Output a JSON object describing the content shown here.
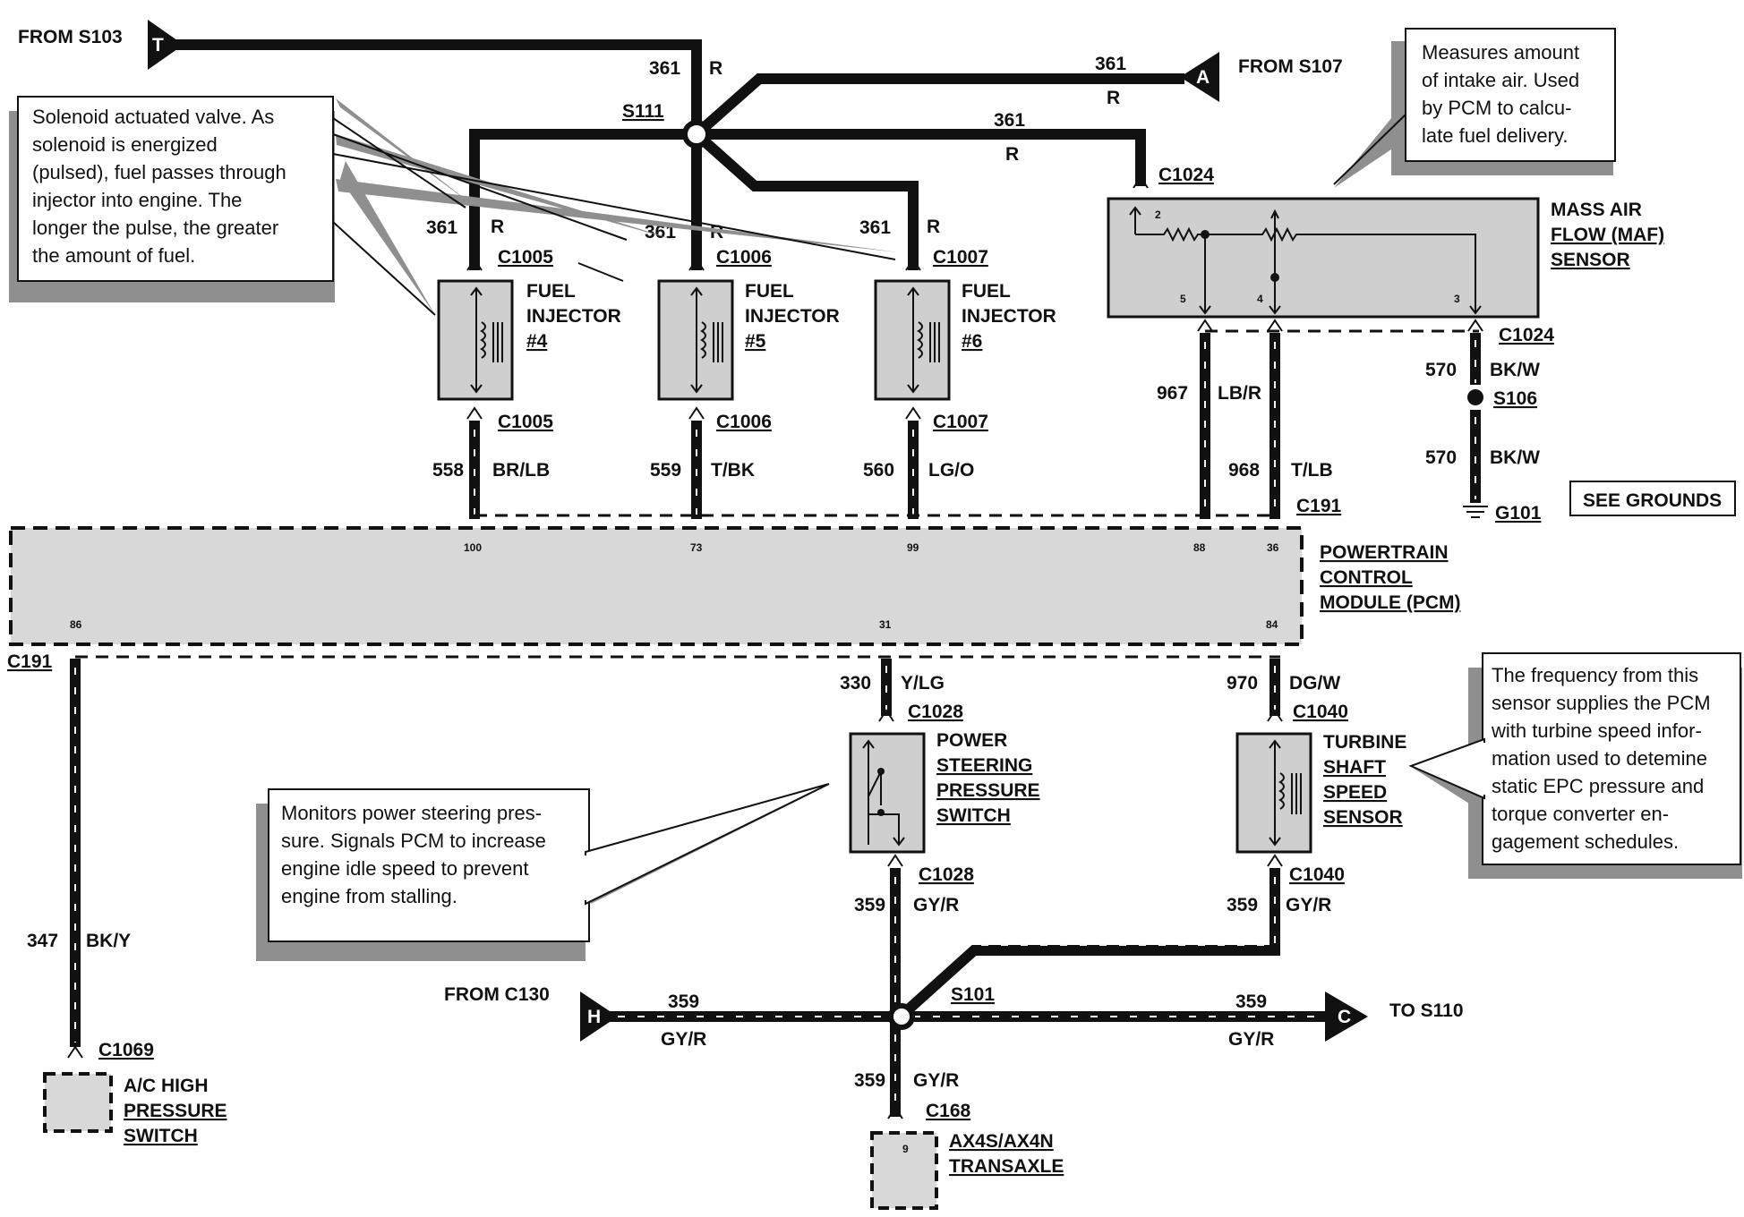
{
  "connectors": {
    "from_s103": {
      "label": "FROM S103",
      "letter": "T"
    },
    "from_s107": {
      "label": "FROM S107",
      "letter": "A"
    },
    "from_c130": {
      "label": "FROM C130",
      "letter": "H"
    },
    "to_s110": {
      "label": "TO S110",
      "letter": "C"
    }
  },
  "splices": {
    "s111": "S111",
    "s101": "S101",
    "s106": "S106",
    "g101": "G101"
  },
  "wires": {
    "w361": "361",
    "w_r": "R",
    "w558": "558",
    "w558c": "BR/LB",
    "w559": "559",
    "w559c": "T/BK",
    "w560": "560",
    "w560c": "LG/O",
    "w967": "967",
    "w967c": "LB/R",
    "w968": "968",
    "w968c": "T/LB",
    "w570": "570",
    "w570c": "BK/W",
    "w330": "330",
    "w330c": "Y/LG",
    "w970": "970",
    "w970c": "DG/W",
    "w359": "359",
    "w359c": "GY/R",
    "w347": "347",
    "w347c": "BK/Y"
  },
  "connector_ids": {
    "c1005": "C1005",
    "c1006": "C1006",
    "c1007": "C1007",
    "c1024": "C1024",
    "c191": "C191",
    "c1028": "C1028",
    "c1040": "C1040",
    "c1069": "C1069",
    "c168": "C168"
  },
  "components": {
    "inj4": [
      "FUEL",
      "INJECTOR",
      "#4"
    ],
    "inj5": [
      "FUEL",
      "INJECTOR",
      "#5"
    ],
    "inj6": [
      "FUEL",
      "INJECTOR",
      "#6"
    ],
    "maf": [
      "MASS AIR",
      "FLOW (MAF)",
      "SENSOR"
    ],
    "pcm": [
      "POWERTRAIN",
      "CONTROL",
      "MODULE (PCM)"
    ],
    "ps_switch": [
      "POWER",
      "STEERING",
      "PRESSURE",
      "SWITCH"
    ],
    "tss": [
      "TURBINE",
      "SHAFT",
      "SPEED",
      "SENSOR"
    ],
    "ac_switch": [
      "A/C HIGH",
      "PRESSURE",
      "SWITCH"
    ],
    "transaxle": [
      "AX4S/AX4N",
      "TRANSAXLE"
    ]
  },
  "pins": {
    "p100": "100",
    "p73": "73",
    "p99": "99",
    "p88": "88",
    "p36": "36",
    "p86": "86",
    "p31": "31",
    "p84": "84",
    "maf2": "2",
    "maf5": "5",
    "maf4": "4",
    "maf3": "3",
    "trans9": "9"
  },
  "see_grounds": "SEE GROUNDS",
  "notes": {
    "injector": [
      "Solenoid actuated valve. As",
      "solenoid is energized",
      "(pulsed), fuel passes through",
      "injector into engine. The",
      "longer the pulse, the greater",
      "the amount of fuel."
    ],
    "maf": [
      "Measures amount",
      "of intake air. Used",
      "by PCM to calcu-",
      "late fuel delivery."
    ],
    "tss": [
      "The frequency from this",
      "sensor supplies the PCM",
      "with turbine speed infor-",
      "mation used to detemine",
      "static  EPC pressure and",
      "torque converter en-",
      "gagement schedules."
    ],
    "ps": [
      "Monitors power steering pres-",
      "sure. Signals PCM to increase",
      "engine idle speed to prevent",
      "engine from stalling."
    ]
  }
}
